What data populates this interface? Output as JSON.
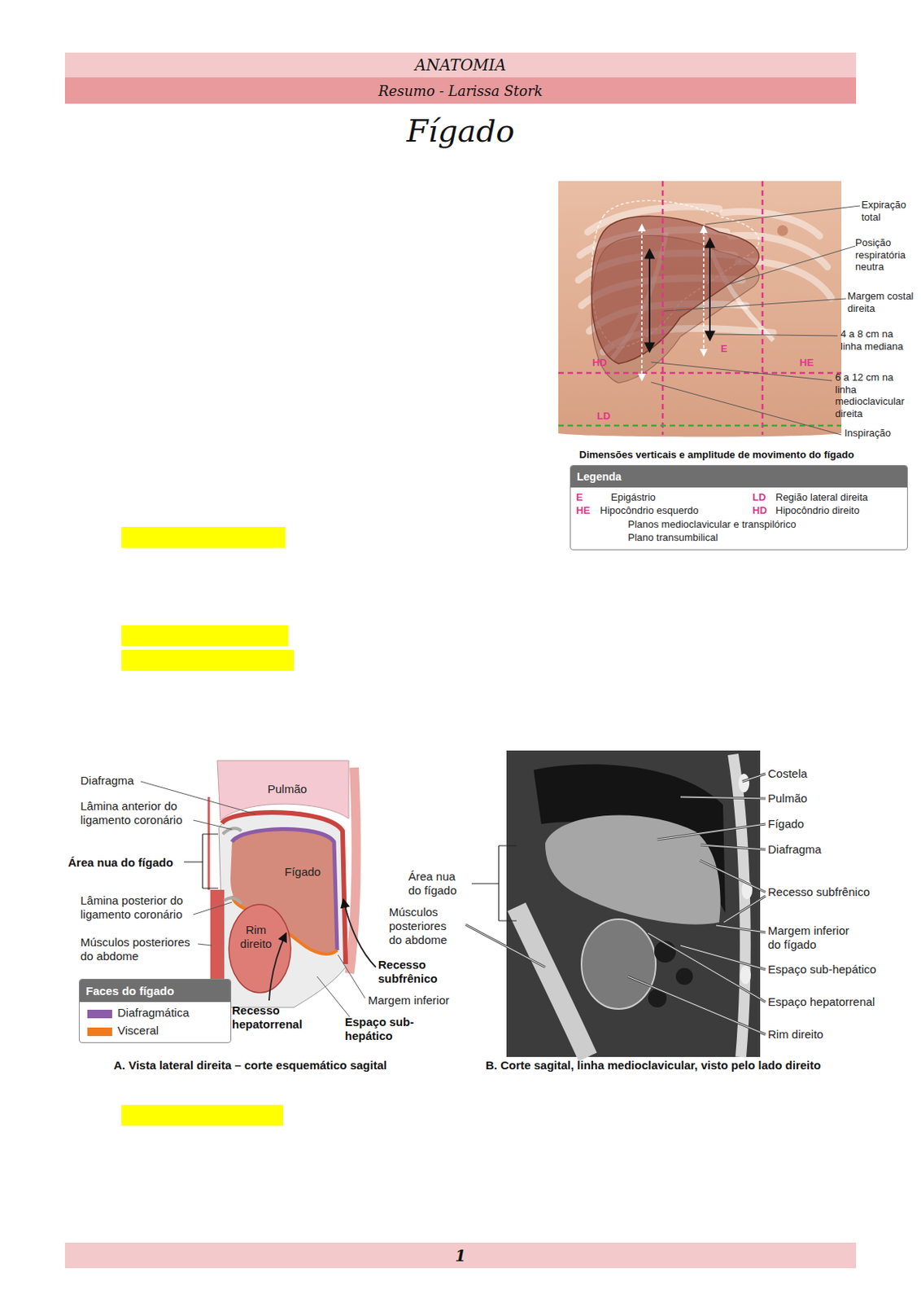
{
  "diagram": {
    "title": "Fígado",
    "nodes": [
      {
        "text": [
          "ANATOMIA"
        ]
      },
      {
        "text": [
          "Resumo - Larissa Stork"
        ]
      },
      {
        "text": [
          "Legenda"
        ]
      },
      {
        "text": [
          "Faces do fígado"
        ]
      },
      {
        "text": [
          "1"
        ]
      }
    ],
    "labels": [
      "Expiração total",
      "Posição respiratória neutra",
      "Margem costal direita",
      "4 a 8 cm na linha mediana",
      "6 a 12 cm na linha medioclavicular direita",
      "Inspiração",
      "E",
      "HD",
      "HE",
      "LD",
      "Dimensões verticais e amplitude de movimento do fígado",
      "E",
      "Epigástrio",
      "LD",
      "Região lateral direita",
      "HE",
      "Hipocôndrio esquerdo",
      "HD",
      "Hipocôndrio direito",
      "Diafragma",
      "Pulmão",
      "Lâmina anterior do ligamento coronário",
      "Área nua do fígado",
      "Fígado",
      "Lâmina posterior do ligamento coronário",
      "Rim direito",
      "Músculos posteriores do abdome",
      "Recesso subfrênico",
      "Margem inferior",
      "Recesso hepatorrenal",
      "Espaço sub-hepático",
      "A. Vista lateral direita – corte esquemático sagital",
      "Costela",
      "Pulmão",
      "Fígado",
      "Diafragma",
      "Área nua do fígado",
      "Músculos posteriores do abdome",
      "Recesso subfrênico",
      "Margem inferior do fígado",
      "Espaço sub-hepático",
      "Espaço hepatorrenal",
      "Rim direito",
      "B. Corte sagital, linha medioclavicular, visto pelo lado direito"
    ],
    "legend": [
      {
        "text": "Planos medioclavicular e transpilórico"
      },
      {
        "text": "Plano transumbilical"
      },
      {
        "text": "Diafragmática",
        "color": "#8b5ca8"
      },
      {
        "text": "Visceral",
        "color": "#f07a1e"
      }
    ]
  }
}
